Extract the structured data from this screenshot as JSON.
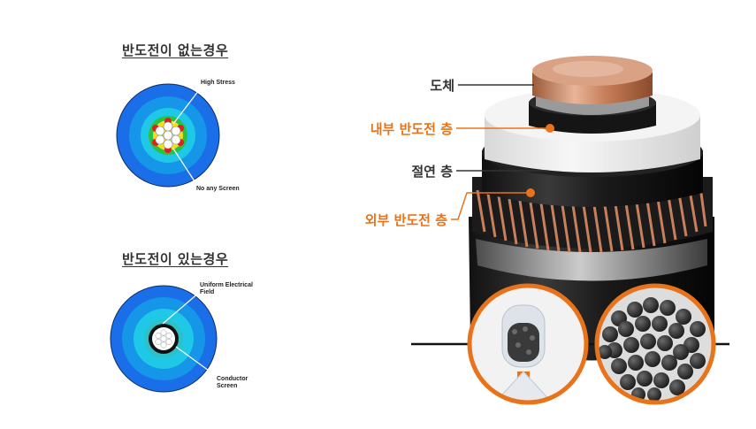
{
  "left": {
    "top_title": "반도전이 없는경우",
    "top_annotations": {
      "high_stress": "High Stress",
      "no_screen": "No any Screen"
    },
    "bottom_title": "반도전이 있는경우",
    "bottom_annotations": {
      "uniform_field_line1": "Uniform Electrical",
      "uniform_field_line2": "Field",
      "conductor_line1": "Conductor",
      "conductor_line2": "Screen"
    }
  },
  "right": {
    "labels": {
      "conductor": "도체",
      "inner_semicon": "내부 반도전 층",
      "insulation": "절연 층",
      "outer_semicon": "외부 반도전 층"
    }
  },
  "colors": {
    "accent_orange": "#e8731a",
    "label_gray": "#333333",
    "field_blue": "#1a6fe8",
    "field_cyan": "#1ec8e6",
    "field_green": "#2ec040",
    "stress_red": "#e02020",
    "copper": "#c9805a"
  }
}
